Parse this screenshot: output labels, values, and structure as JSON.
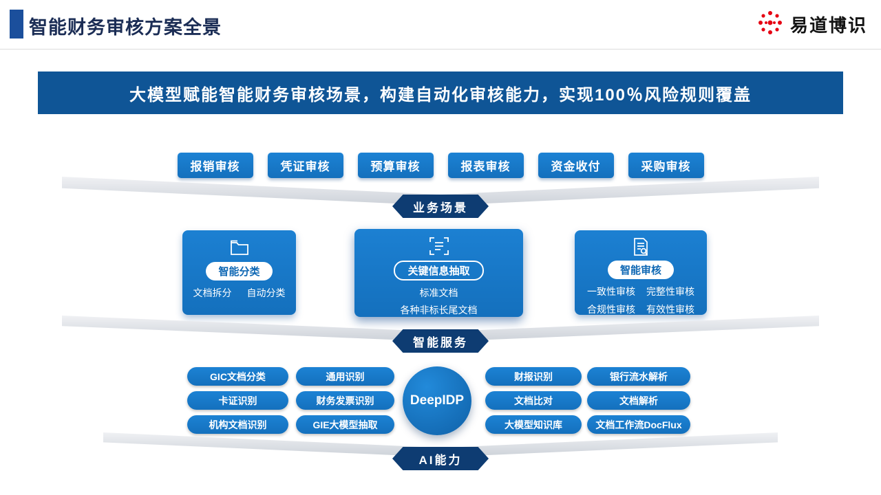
{
  "header": {
    "title": "智能财务审核方案全景",
    "logo_text": "易道博识"
  },
  "banner": {
    "text": "大模型赋能智能财务审核场景，构建自动化审核能力，实现100％风险规则覆盖"
  },
  "business": {
    "buttons": [
      "报销审核",
      "凭证审核",
      "预算审核",
      "报表审核",
      "资金收付",
      "采购审核"
    ],
    "funnel_label": "业务场景"
  },
  "services": {
    "funnel_label": "智能服务",
    "cards": [
      {
        "title": "智能分类",
        "icon": "folder-icon",
        "items": [
          "文档拆分",
          "自动分类"
        ]
      },
      {
        "title": "关键信息抽取",
        "icon": "scan-icon",
        "line1": "标准文档",
        "line2": "各种非标长尾文档"
      },
      {
        "title": "智能审核",
        "icon": "doc-audit-icon",
        "items": [
          "一致性审核",
          "完整性审核",
          "合规性审核",
          "有效性审核"
        ]
      }
    ]
  },
  "ai": {
    "funnel_label": "AI能力",
    "center": "DeepIDP",
    "col1": [
      "GIC文档分类",
      "卡证识别",
      "机构文档识别"
    ],
    "col2": [
      "通用识别",
      "财务发票识别",
      "GIE大模型抽取"
    ],
    "col3": [
      "财报识别",
      "文档比对",
      "大模型知识库"
    ],
    "col4": [
      "银行流水解析",
      "文档解析",
      "文档工作流DocFlux"
    ]
  },
  "colors": {
    "primary_blue": "#1678c8",
    "banner_blue": "#0f5596",
    "navy_hex": "#0e3c72",
    "logo_red": "#e60012",
    "title_navy": "#1b2d55"
  }
}
